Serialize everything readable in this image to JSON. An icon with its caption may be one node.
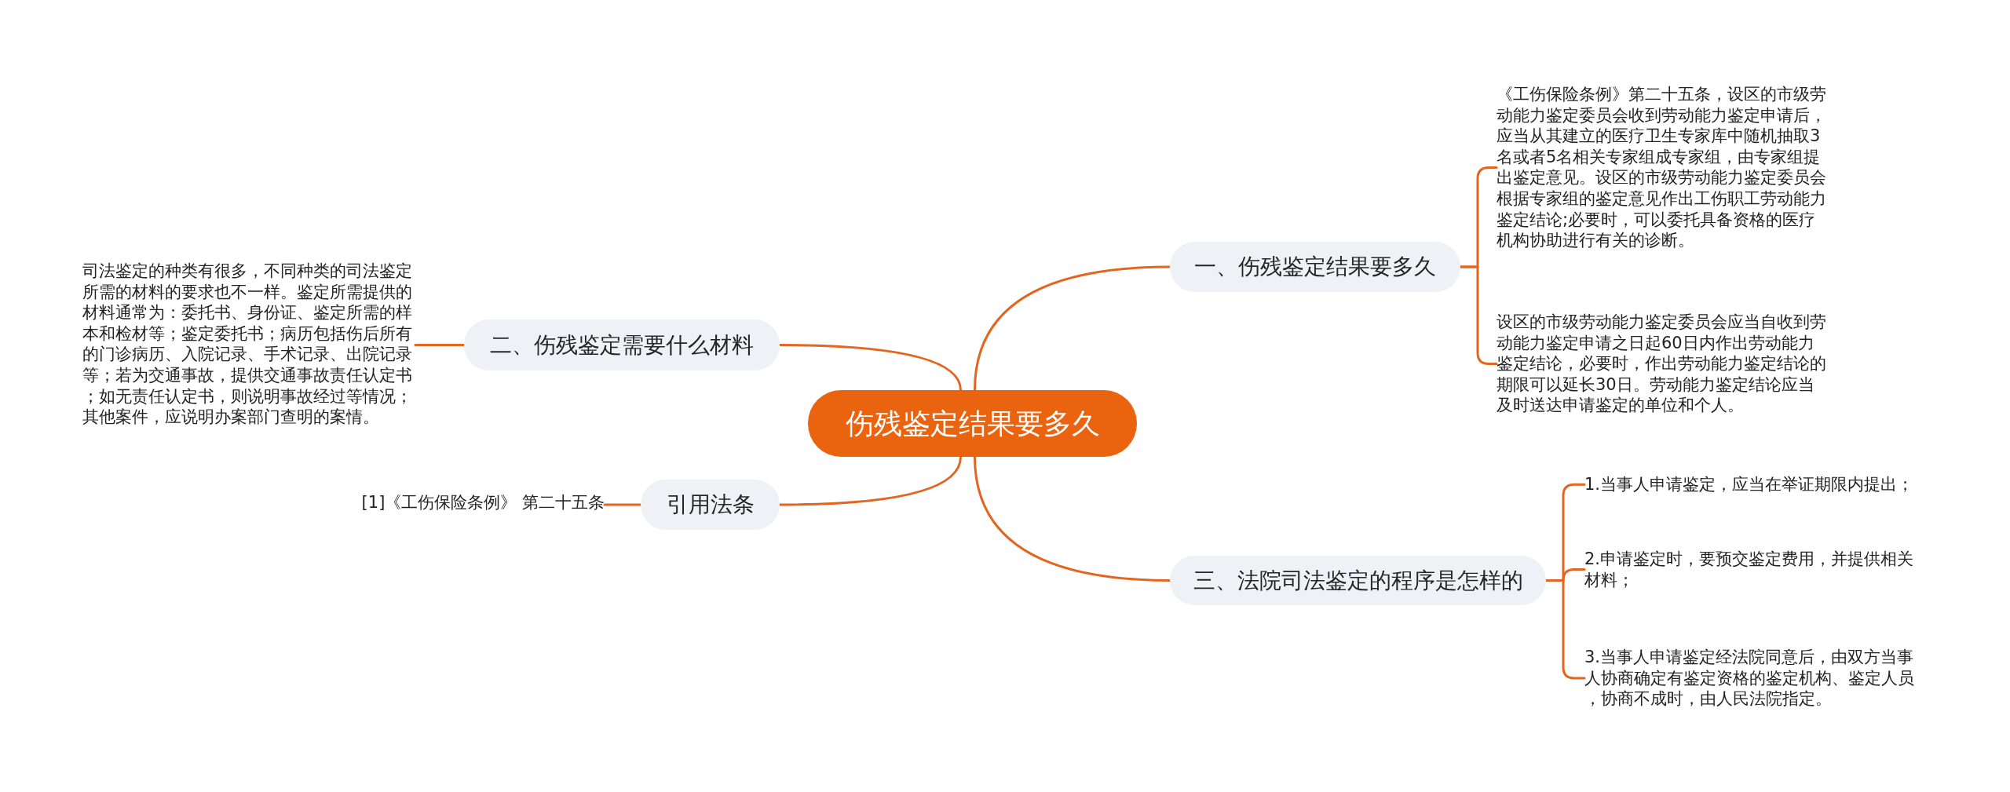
{
  "diagram": {
    "nodes": [
      {
        "text": [
          "伤残鉴定结果要多久"
        ]
      },
      {
        "text": [
          "一、伤残鉴定结果要多久"
        ]
      },
      {
        "text": [
          "《工伤保险条例》第二十五条，设区的市级劳动能力鉴定委员会收到劳动能力鉴定申请后，应当从其建立的医疗卫生专家库中随机抽取3名或者5名相关专家组成专家组，由专家组提出鉴定意见。设区的市级劳动能力鉴定委员会根据专家组的鉴定意见作出工伤职工劳动能力鉴定结论;必要时，可以委托具备资格的医疗机构协助进行有关的诊断。"
        ]
      },
      {
        "text": [
          "设区的市级劳动能力鉴定委员会应当自收到劳动能力鉴定申请之日起60日内作出劳动能力鉴定结论，必要时，作出劳动能力鉴定结论的期限可以延长30日。劳动能力鉴定结论应当及时送达申请鉴定的单位和个人。"
        ]
      },
      {
        "text": [
          "二、伤残鉴定需要什么材料"
        ]
      },
      {
        "text": [
          "司法鉴定的种类有很多，不同种类的司法鉴定所需的材料的要求也不一样。鉴定所需提供的材料通常为：委托书、身份证、鉴定所需的样本和检材等；鉴定委托书；病历包括伤后所有的门诊病历、入院记录、手术记录、出院记录等；若为交通事故，提供交通事故责任认定书；如无责任认定书，则说明事故经过等情况；其他案件，应说明办案部门查明的案情。"
        ]
      },
      {
        "text": [
          "引用法条"
        ]
      },
      {
        "text": [
          "[1]《工伤保险条例》 第二十五条"
        ]
      },
      {
        "text": [
          "三、法院司法鉴定的程序是怎样的"
        ]
      },
      {
        "text": [
          "1.当事人申请鉴定，应当在举证期限内提出；"
        ]
      },
      {
        "text": [
          "2.申请鉴定时，要预交鉴定费用，并提供相关材料；"
        ]
      },
      {
        "text": [
          "3.当事人申请鉴定经法院同意后，由双方当事人协商确定有鉴定资格的鉴定机构、鉴定人员，协商不成时，由人民法院指定。"
        ]
      }
    ],
    "edges": [
      {
        "from": 0,
        "to": 1,
        "arrow": "none"
      },
      {
        "from": 1,
        "to": 2,
        "arrow": "none"
      },
      {
        "from": 1,
        "to": 3,
        "arrow": "none"
      },
      {
        "from": 0,
        "to": 4,
        "arrow": "none"
      },
      {
        "from": 4,
        "to": 5,
        "arrow": "none"
      },
      {
        "from": 0,
        "to": 6,
        "arrow": "none"
      },
      {
        "from": 6,
        "to": 7,
        "arrow": "none"
      },
      {
        "from": 0,
        "to": 8,
        "arrow": "none"
      },
      {
        "from": 8,
        "to": 9,
        "arrow": "none"
      },
      {
        "from": 8,
        "to": 10,
        "arrow": "none"
      },
      {
        "from": 8,
        "to": 11,
        "arrow": "none"
      }
    ]
  }
}
